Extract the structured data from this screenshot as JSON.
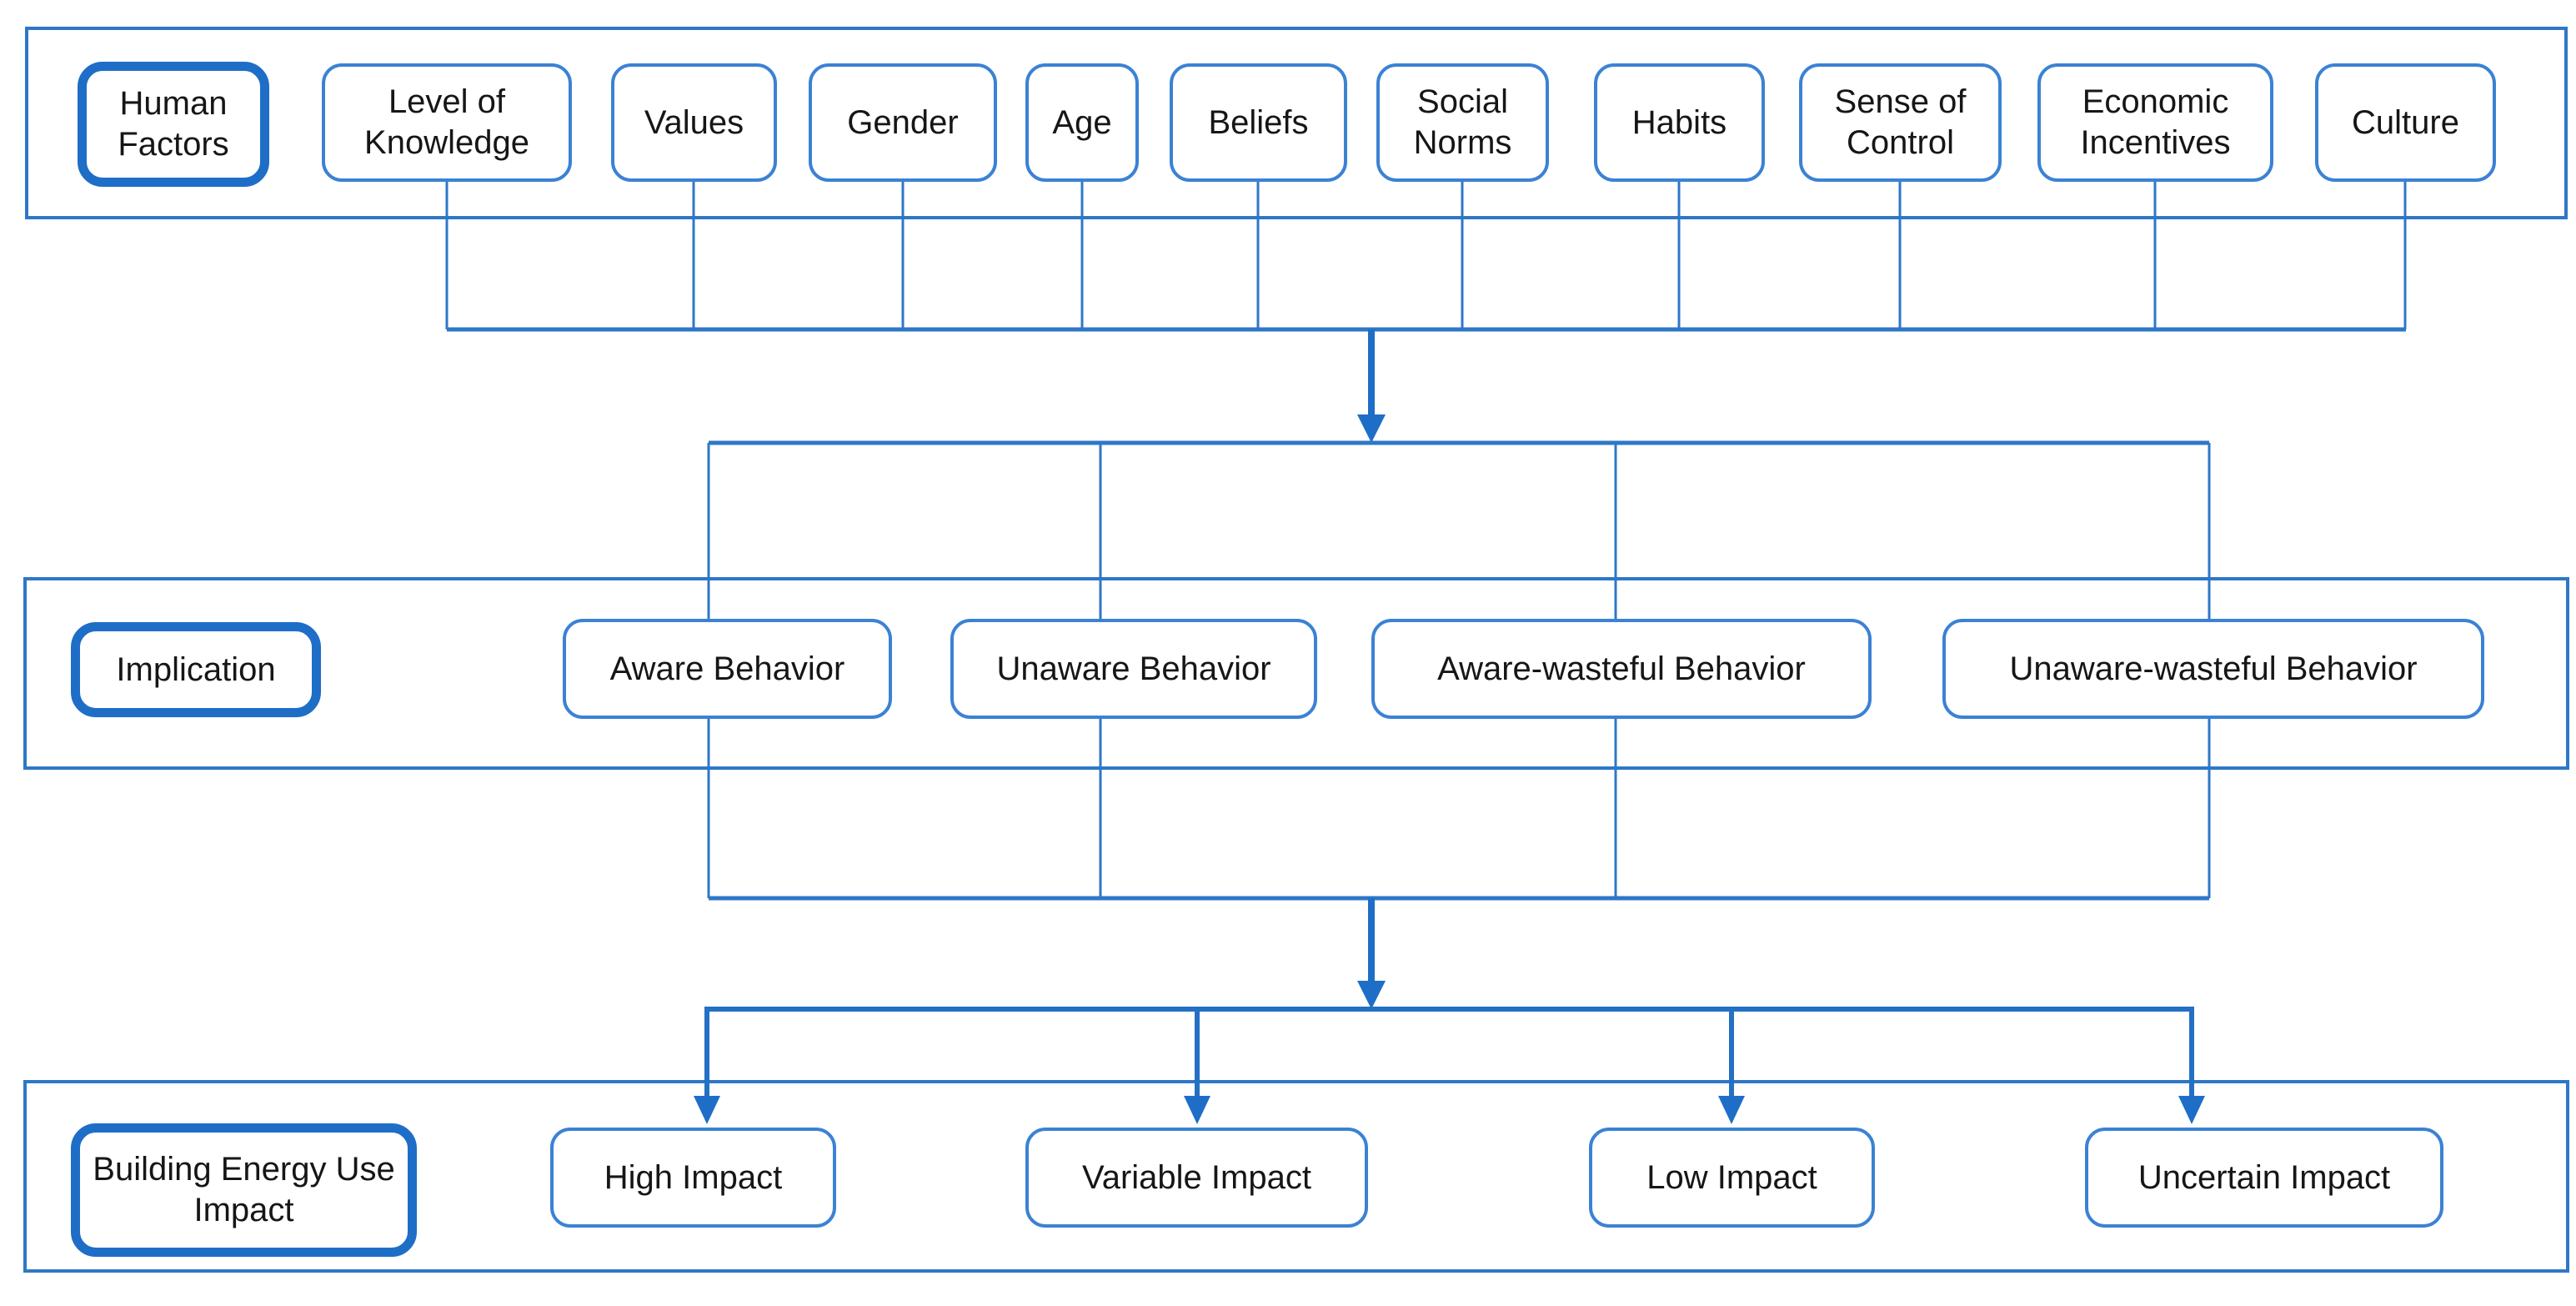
{
  "diagram": {
    "description": "Flow diagram linking human factors to behavior implications and building energy use impact",
    "colors": {
      "band_border": "#2E77C8",
      "thin_box_border": "#3B82D4",
      "thick_box_border": "#1E6EC8",
      "connector_line": "#2E77C8",
      "arrow": "#1E6EC8",
      "text": "#161616",
      "background": "#FFFFFF"
    },
    "rows": [
      {
        "label": "Human Factors",
        "items": [
          "Level of Knowledge",
          "Values",
          "Gender",
          "Age",
          "Beliefs",
          "Social Norms",
          "Habits",
          "Sense of Control",
          "Economic Incentives",
          "Culture"
        ]
      },
      {
        "label": "Implication",
        "items": [
          "Aware Behavior",
          "Unaware Behavior",
          "Aware-wasteful Behavior",
          "Unaware-wasteful Behavior"
        ]
      },
      {
        "label": "Building Energy Use Impact",
        "items": [
          "High Impact",
          "Variable Impact",
          "Low Impact",
          "Uncertain Impact"
        ]
      }
    ]
  }
}
